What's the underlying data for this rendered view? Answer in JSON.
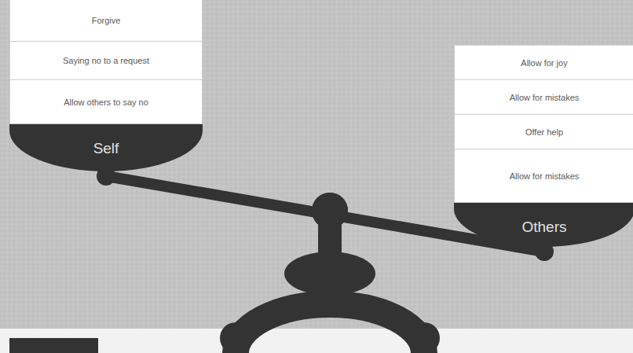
{
  "diagram": {
    "nodes": [
      {
        "text": [
          "Forgive"
        ]
      },
      {
        "text": [
          "Saying no to a request"
        ]
      },
      {
        "text": [
          "Allow others to say no"
        ]
      },
      {
        "text": [
          "Self"
        ]
      },
      {
        "text": [
          "Allow for joy"
        ]
      },
      {
        "text": [
          "Allow for mistakes"
        ]
      },
      {
        "text": [
          "Offer help"
        ]
      },
      {
        "text": [
          "Allow for mistakes"
        ]
      },
      {
        "text": [
          "Others"
        ]
      }
    ],
    "edges": [
      {
        "from": 3,
        "to": 8,
        "arrow": "none"
      }
    ]
  }
}
